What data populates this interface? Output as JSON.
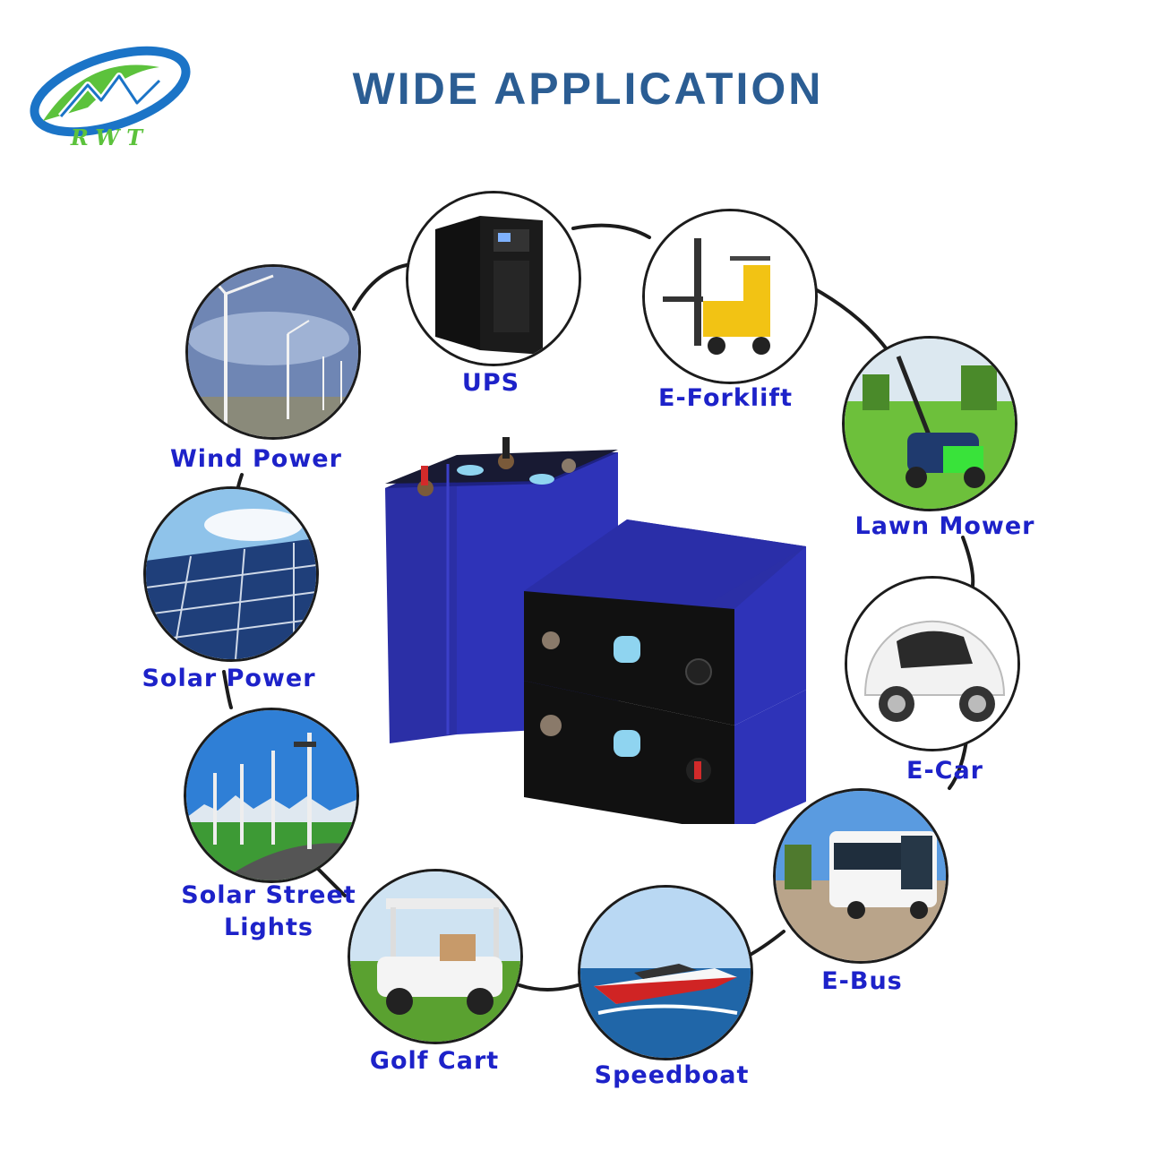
{
  "header": {
    "title": "WIDE APPLICATION"
  },
  "logo": {
    "text": "RWT",
    "colors": {
      "green": "#5cc23c",
      "blue": "#1b74c7"
    }
  },
  "applications": [
    {
      "key": "ups",
      "label": "UPS"
    },
    {
      "key": "forklift",
      "label": "E-Forklift"
    },
    {
      "key": "lawnmower",
      "label": "Lawn Mower"
    },
    {
      "key": "ecar",
      "label": "E-Car"
    },
    {
      "key": "ebus",
      "label": "E-Bus"
    },
    {
      "key": "speedboat",
      "label": "Speedboat"
    },
    {
      "key": "golfcart",
      "label": "Golf Cart"
    },
    {
      "key": "streetlights",
      "label_line1": "Solar Street",
      "label_line2": "Lights"
    },
    {
      "key": "solar",
      "label": "Solar Power"
    },
    {
      "key": "wind",
      "label": "Wind Power"
    }
  ],
  "colors": {
    "label": "#1d22c9",
    "title": "#2b5d93",
    "battery": "#2b2fa6"
  }
}
